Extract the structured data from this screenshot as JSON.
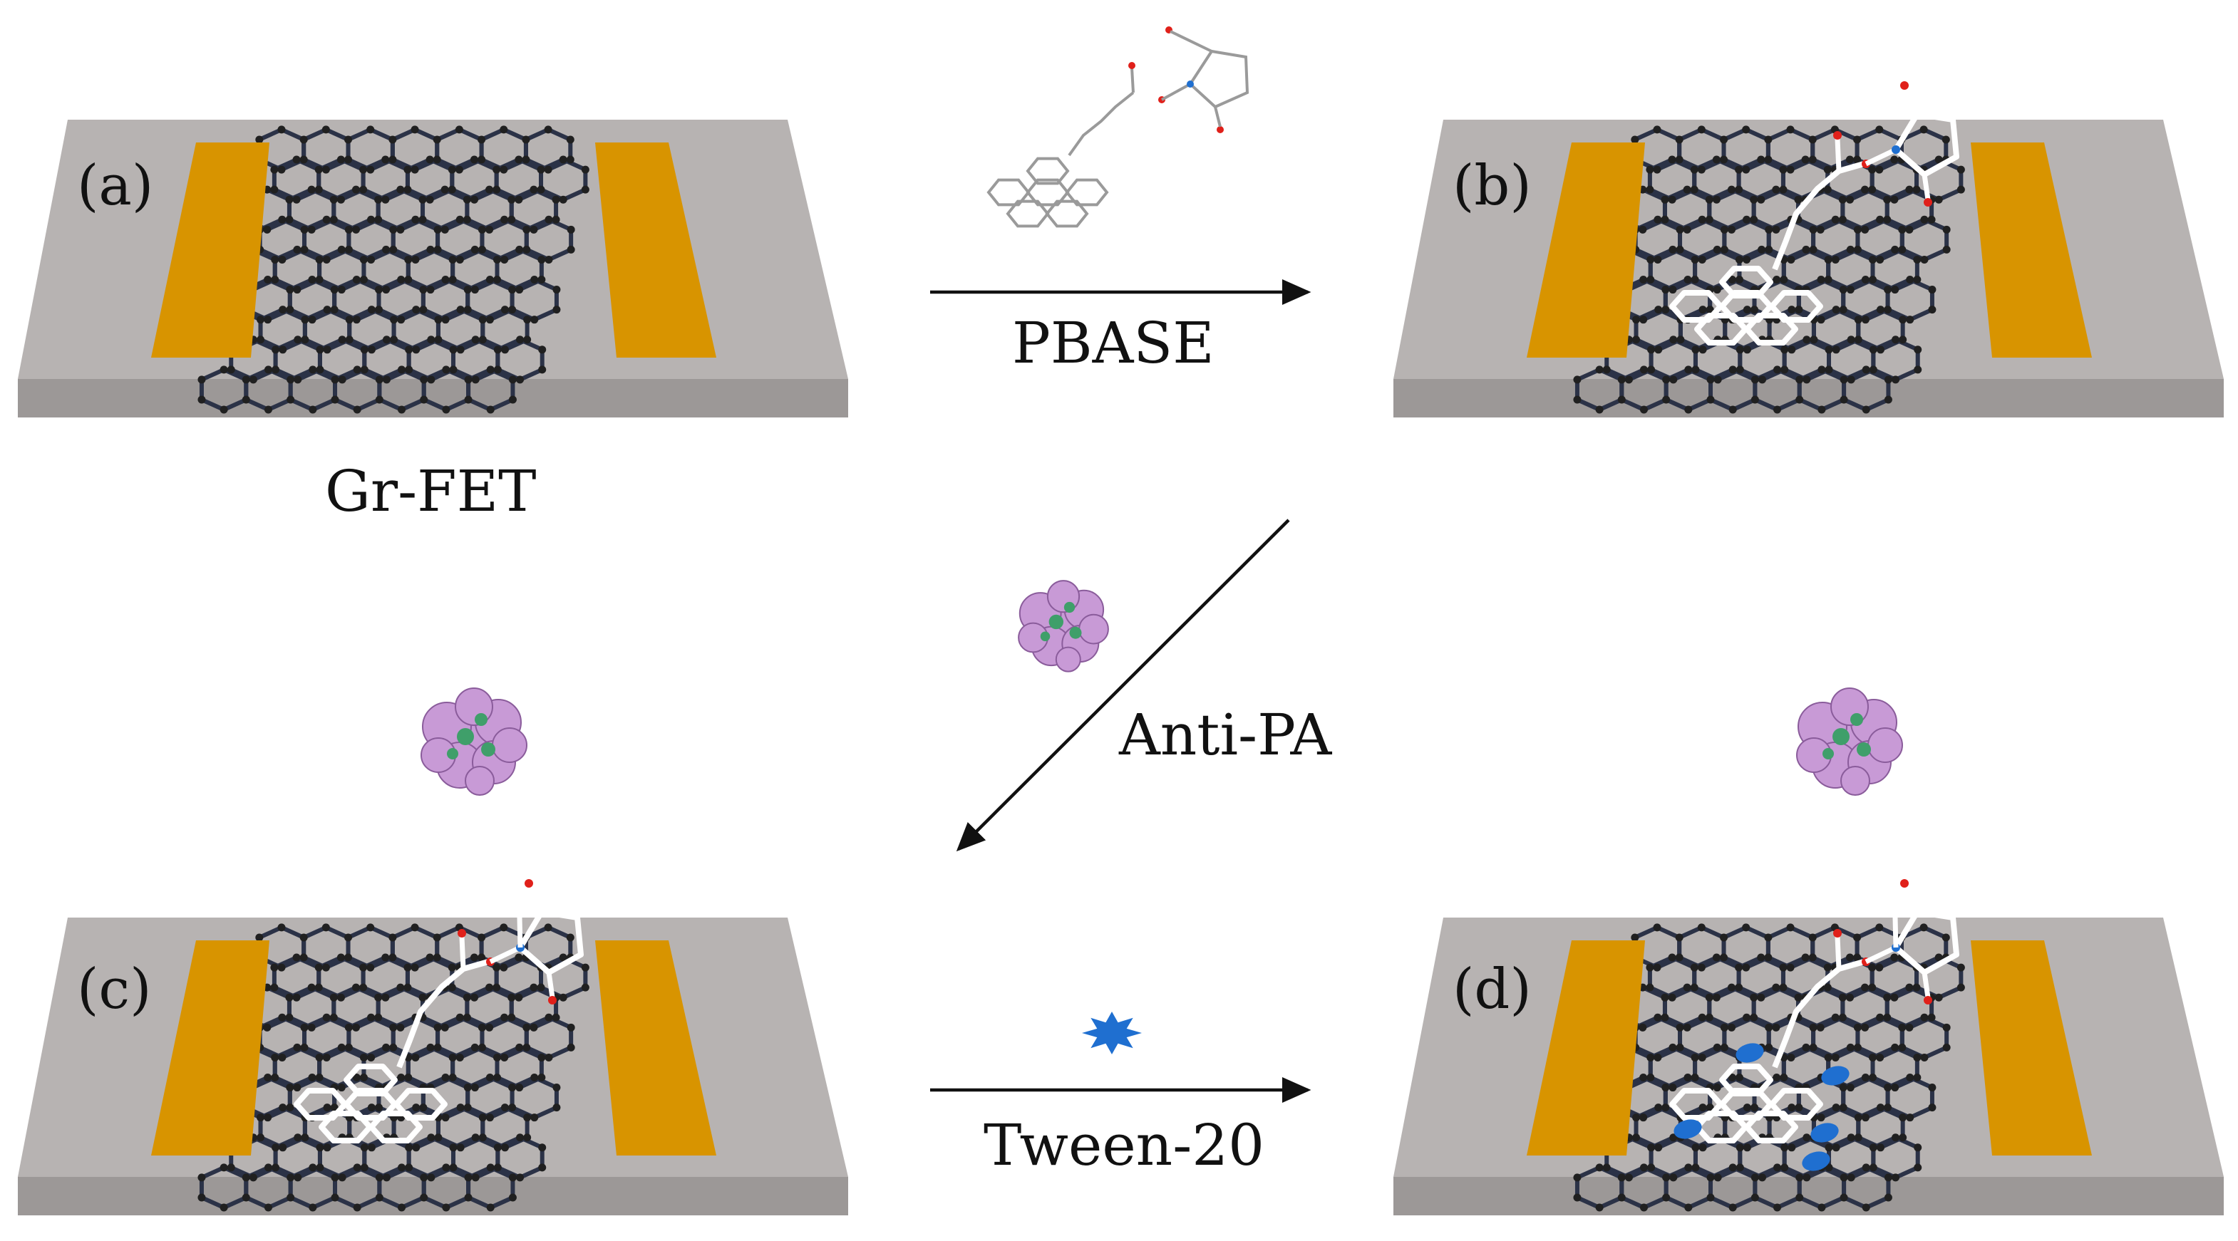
{
  "panels": [
    {
      "id": "a",
      "label": "(a)"
    },
    {
      "id": "b",
      "label": "(b)"
    },
    {
      "id": "c",
      "label": "(c)"
    },
    {
      "id": "d",
      "label": "(d)"
    }
  ],
  "device_caption": "Gr-FET",
  "steps": [
    {
      "from": "a",
      "to": "b",
      "label": "PBASE"
    },
    {
      "from": "b",
      "to": "c",
      "label": "Anti-PA"
    },
    {
      "from": "c",
      "to": "d",
      "label": "Tween-20"
    }
  ],
  "colors": {
    "substrate_top": "#b7b3b2",
    "substrate_side": "#9c9897",
    "electrode": "#d89400",
    "graphene_bond": "#2b3247",
    "graphene_atom": "#202020",
    "linker": "#ffffff",
    "oxygen": "#e0201a",
    "nitrogen": "#1f6fd0",
    "protein": "#c89ad6",
    "protein_accent": "#3f9f6a",
    "tween": "#1f6fd0",
    "arrow": "#111111"
  },
  "icons": {
    "pbase_molecule": "pbase-molecule-icon",
    "antibody": "antibody-icon",
    "tween": "tween-icon"
  }
}
